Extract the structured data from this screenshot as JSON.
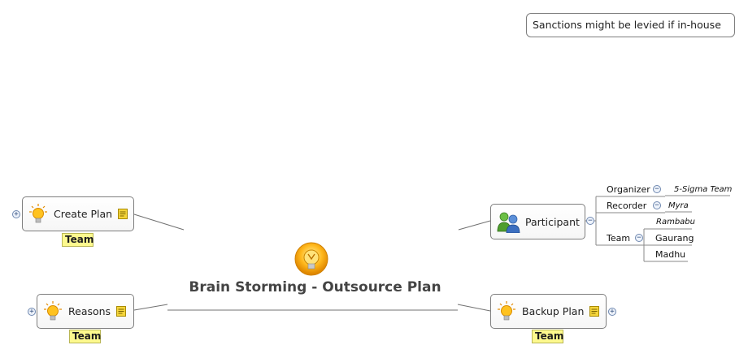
{
  "central": {
    "title": "Brain Storming - Outsource Plan",
    "icon": "lightbulb-gear-icon"
  },
  "callout": {
    "text": "Sanctions might be levied if in-house"
  },
  "topics": {
    "create_plan": {
      "label": "Create Plan",
      "tag": "Team",
      "icon": "lightbulb-icon",
      "note_icon": "note-icon"
    },
    "reasons": {
      "label": "Reasons",
      "tag": "Team",
      "icon": "lightbulb-icon",
      "note_icon": "note-icon"
    },
    "participant": {
      "label": "Participant",
      "icon": "people-icon"
    },
    "backup_plan": {
      "label": "Backup Plan",
      "tag": "Team",
      "icon": "lightbulb-icon",
      "note_icon": "note-icon"
    }
  },
  "participant_branches": {
    "organizer": {
      "label": "Organizer",
      "value": "5-Sigma Team"
    },
    "recorder": {
      "label": "Recorder",
      "value": "Myra"
    },
    "team": {
      "label": "Team",
      "members": [
        "Rambabu",
        "Gaurang",
        "Madhu"
      ]
    }
  },
  "expanders": {
    "plus": "+",
    "minus": "−"
  },
  "colors": {
    "tag_bg": "#fdf98e",
    "line": "#6e6e6e",
    "node_border": "#7e7e7e"
  }
}
